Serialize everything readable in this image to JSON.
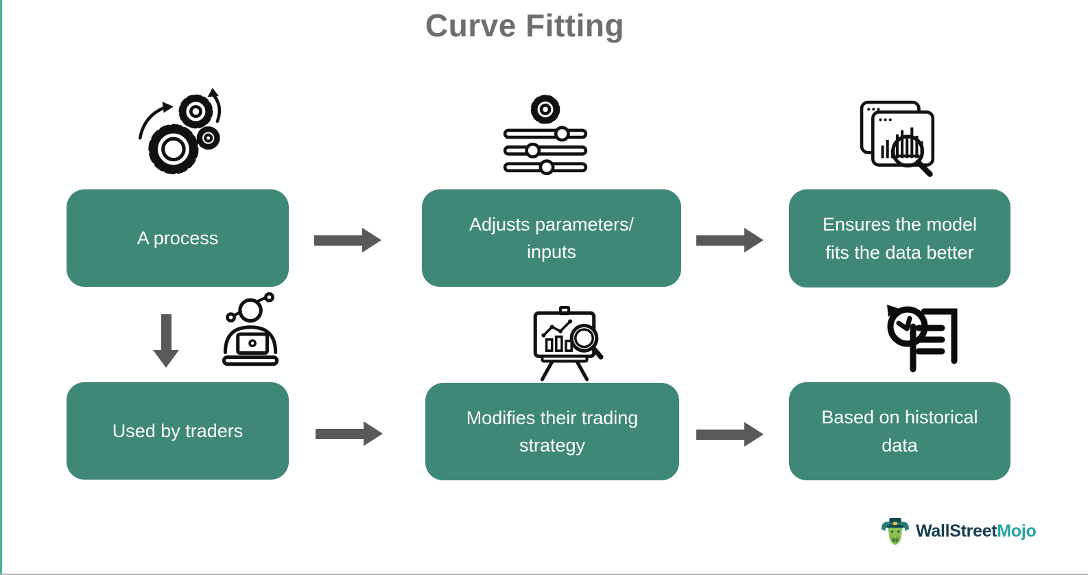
{
  "page": {
    "title": "Curve Fitting"
  },
  "theme": {
    "box_color": "#3F8877",
    "box_text_color": "#FFFFFF",
    "arrow_color": "#595959",
    "accent_line_color": "#4DB29E",
    "title_color": "#6E6E6E",
    "icon_color": "#111111",
    "logo_primary_color": "#153E50",
    "logo_secondary_color": "#28A4A5"
  },
  "flow": {
    "steps": [
      {
        "label": "A process",
        "icon": "gears-icon"
      },
      {
        "label": "Adjusts parameters/\ninputs",
        "icon": "sliders-icon"
      },
      {
        "label": "Ensures the model\nfits the data better",
        "icon": "analytics-windows-icon"
      },
      {
        "label": "Used by traders",
        "icon": "trader-laptop-icon"
      },
      {
        "label": "Modifies their trading\nstrategy",
        "icon": "strategy-board-icon"
      },
      {
        "label": "Based on historical\ndata",
        "icon": "history-data-icon"
      }
    ]
  },
  "logo": {
    "brand_primary": "WallStreet",
    "brand_secondary": "Mojo",
    "mascot": "bull-mascot-icon"
  }
}
